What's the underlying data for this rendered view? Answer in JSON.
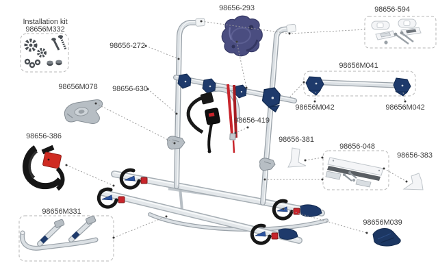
{
  "figure": {
    "installation_kit": {
      "title": "Installation kit",
      "part_no": "98656M332"
    },
    "labels": {
      "knob": "98656-293",
      "end_cap_kit": "98656-594",
      "upright_tube": "98656-272",
      "rail_bracket": "98656M078",
      "lower_tube": "98656-630",
      "red_strap": "98656-419",
      "crossbar_kit": "98656M041",
      "crossbar_clamp_left": "98656M042",
      "crossbar_clamp_right": "98656M042",
      "wheel_strap": "98656-386",
      "corner_bracket_left": "98656-381",
      "mounting_plate_kit": "98656-048",
      "corner_bracket_right": "98656-383",
      "rail_frame_kit": "98656M331",
      "wheel_chock": "98656M039"
    },
    "colors": {
      "clamp_navy": "#1e3a6b",
      "knob_blue": "#4a4d80",
      "strap_red": "#c8242b",
      "lever_blue": "#2b53a0",
      "tube_gray": "#dbe0e4",
      "label_text": "#3f3f3f"
    }
  }
}
